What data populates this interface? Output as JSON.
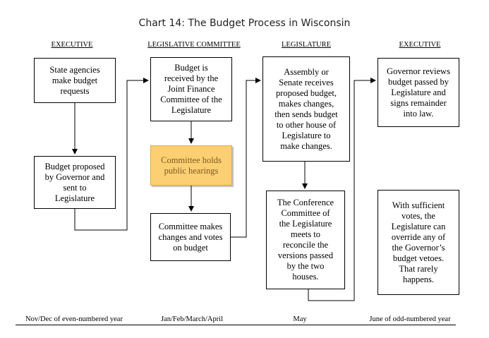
{
  "title": "Chart 14: The Budget Process in Wisconsin",
  "columns": [
    {
      "heading": "EXECUTIVE"
    },
    {
      "heading": "LEGISLATIVE COMMITTEE"
    },
    {
      "heading": "LEGISLATURE"
    },
    {
      "heading": "EXECUTIVE"
    }
  ],
  "boxes": {
    "agencies": "State agencies\nmake budget\nrequests",
    "governor_proposal": "Budget proposed\nby Governor and\nsent to\nLegislature",
    "jfc_receives": "Budget is\nreceived by the\nJoint Finance\nCommittee of the\nLegislature",
    "public_hearings": "Committee holds\npublic hearings",
    "committee_changes": "Committee makes\nchanges and votes\non budget",
    "assembly_senate": "Assembly or\nSenate receives\nproposed budget,\nmakes changes,\nthen sends budget\nto other house of\nLegislature to\nmake changes.",
    "conference": "The Conference\nCommittee of\nthe Legislature\nmeets to\nreconcile the\nversions passed\nby the two\nhouses.",
    "governor_review": "Governor reviews\nbudget passed by\nLegislature and\nsigns remainder\ninto law.",
    "override": "With sufficient\nvotes, the\nLegislature can\noverride any of\nthe Governor’s\nbudget vetoes.\nThat rarely\nhappens."
  },
  "highlight_color": "#fccf72",
  "timeline": [
    "Nov/Dec of even-numbered year",
    "Jan/Feb/March/April",
    "May",
    "June of odd-numbered year"
  ]
}
